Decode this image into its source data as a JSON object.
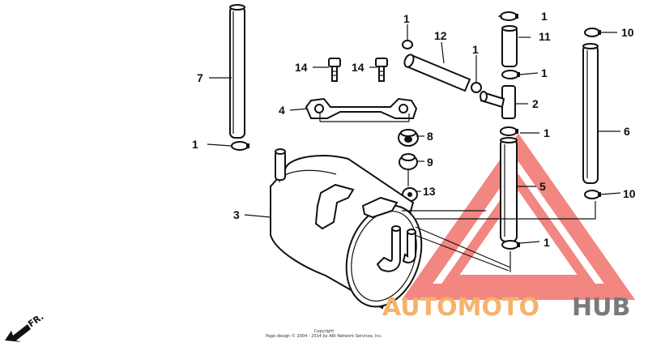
{
  "callouts": {
    "c1a": "1",
    "c1b": "1",
    "c1c": "1",
    "c1d": "1",
    "c1e": "1",
    "c1f": "1",
    "c1g": "1",
    "c2": "2",
    "c3": "3",
    "c4": "4",
    "c5": "5",
    "c6": "6",
    "c7": "7",
    "c8": "8",
    "c9": "9",
    "c10a": "10",
    "c10b": "10",
    "c11": "11",
    "c12": "12",
    "c13": "13",
    "c14a": "14",
    "c14b": "14"
  },
  "orientation": {
    "label": "FR."
  },
  "copyright": {
    "line1": "Copyright",
    "line2": "Page design © 2004 - 2014 by ARI Network Services, Inc."
  },
  "watermark": {
    "part1": "AUTOMOTO",
    "part2": "HUB",
    "color1": "#f6b26b",
    "color2": "#7a7a7a",
    "triangle_color": "#e8241c"
  }
}
